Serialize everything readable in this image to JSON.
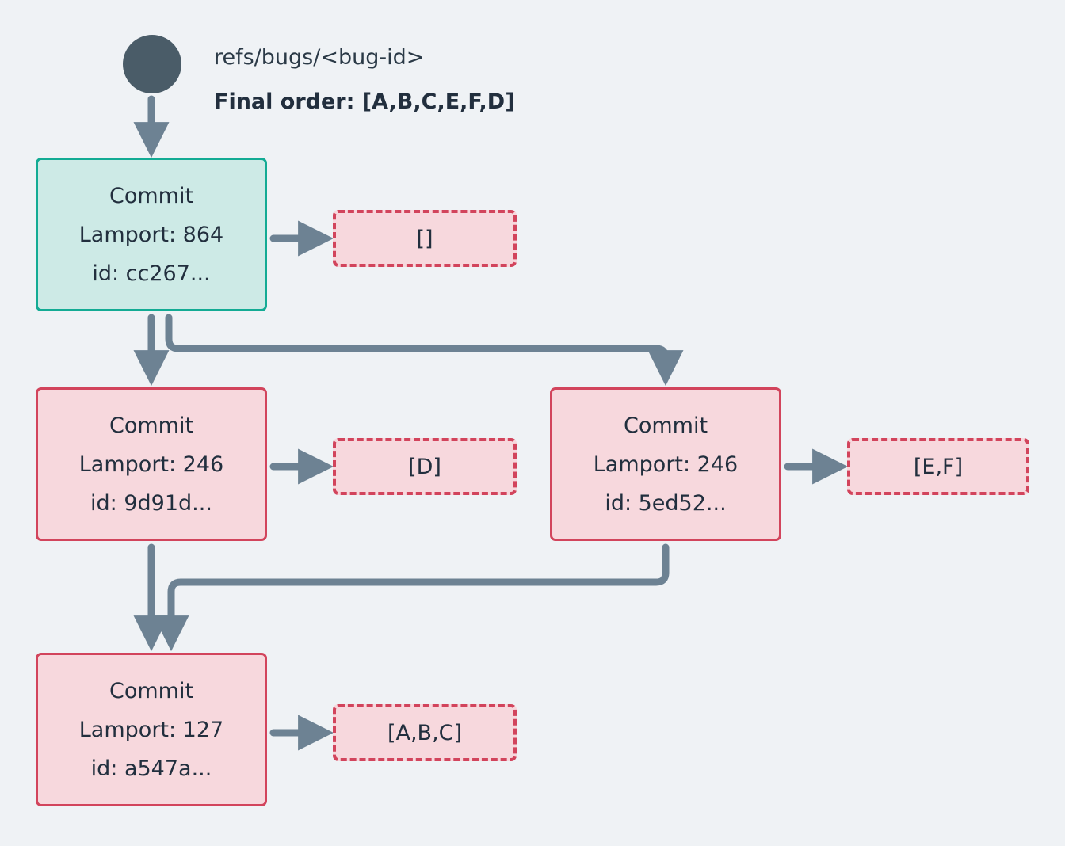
{
  "diagram": {
    "ref_label": "refs/bugs/<bug-id>",
    "final_order_label": "Final order: [A,B,C,E,F,D]",
    "colors": {
      "background": "#eff2f5",
      "root_dot": "#4a5c68",
      "edge": "#6d8293",
      "head_border": "#13ab94",
      "head_fill": "#cdeae6",
      "commit_border": "#d2445c",
      "commit_fill": "#f7d8dd",
      "text": "#222f3e"
    },
    "nodes": [
      {
        "key": "head",
        "title": "Commit",
        "lamport": "Lamport: 864",
        "id": "id: cc267...",
        "ops": "[]"
      },
      {
        "key": "c9d91d",
        "title": "Commit",
        "lamport": "Lamport: 246",
        "id": "id: 9d91d...",
        "ops": "[D]"
      },
      {
        "key": "c5ed52",
        "title": "Commit",
        "lamport": "Lamport: 246",
        "id": "id: 5ed52...",
        "ops": "[E,F]"
      },
      {
        "key": "ca547a",
        "title": "Commit",
        "lamport": "Lamport: 127",
        "id": "id: a547a...",
        "ops": "[A,B,C]"
      }
    ]
  }
}
